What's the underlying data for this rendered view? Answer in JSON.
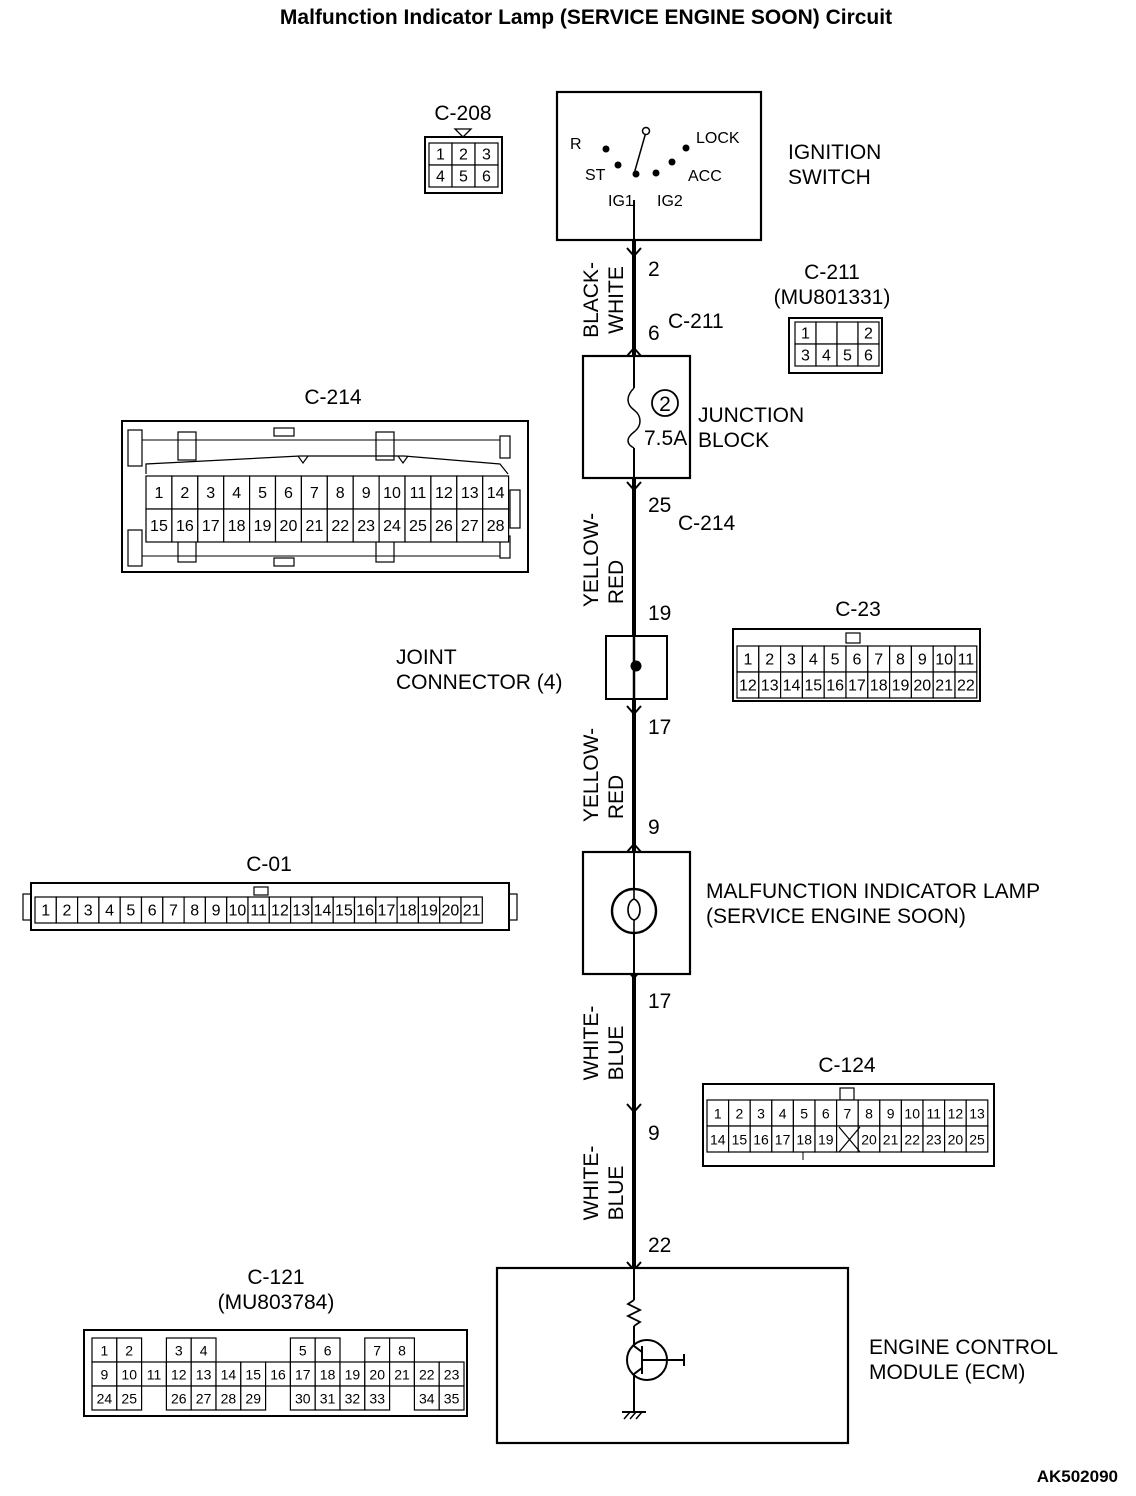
{
  "title": "Malfunction Indicator Lamp (SERVICE ENGINE SOON) Circuit",
  "figure_code": "AK502090",
  "ignition_switch": {
    "label_line1": "IGNITION",
    "label_line2": "SWITCH",
    "positions": {
      "r": "R",
      "st": "ST",
      "ig1": "IG1",
      "ig2": "IG2",
      "acc": "ACC",
      "lock": "LOCK"
    }
  },
  "junction_block": {
    "label_line1": "JUNCTION",
    "label_line2": "BLOCK",
    "fuse_number": "2",
    "fuse_rating": "7.5A"
  },
  "joint_connector": {
    "label_line1": "JOINT",
    "label_line2": "CONNECTOR (4)"
  },
  "mil": {
    "label_line1": "MALFUNCTION INDICATOR LAMP",
    "label_line2": "(SERVICE ENGINE SOON)"
  },
  "ecm": {
    "label_line1": "ENGINE CONTROL",
    "label_line2": "MODULE (ECM)"
  },
  "wires": {
    "w1_line1": "BLACK-",
    "w1_line2": "WHITE",
    "w2_line1": "YELLOW-",
    "w2_line2": "RED",
    "w3_line1": "YELLOW-",
    "w3_line2": "RED",
    "w4_line1": "WHITE-",
    "w4_line2": "BLUE",
    "w5_line1": "WHITE-",
    "w5_line2": "BLUE"
  },
  "terminals": {
    "t_ign_2": "2",
    "t_jb_6": "6",
    "t_c211": "C-211",
    "t_jb_25": "25",
    "t_c214": "C-214",
    "t_jc_19": "19",
    "t_jc_17": "17",
    "t_mil_9": "9",
    "t_mil_17": "17",
    "t_c124_9": "9",
    "t_ecm_22": "22"
  },
  "connectors": {
    "c208": {
      "name": "C-208",
      "rows": [
        [
          "1",
          "2",
          "3"
        ],
        [
          "4",
          "5",
          "6"
        ]
      ]
    },
    "c211": {
      "name": "C-211",
      "part": "(MU801331)",
      "rows": [
        [
          "1",
          "",
          "",
          "2"
        ],
        [
          "3",
          "4",
          "5",
          "6"
        ]
      ]
    },
    "c214": {
      "name": "C-214",
      "rows": [
        [
          "1",
          "2",
          "3",
          "4",
          "5",
          "6",
          "7",
          "8",
          "9",
          "10",
          "11",
          "12",
          "13",
          "14"
        ],
        [
          "15",
          "16",
          "17",
          "18",
          "19",
          "20",
          "21",
          "22",
          "23",
          "24",
          "25",
          "26",
          "27",
          "28"
        ]
      ]
    },
    "c23": {
      "name": "C-23",
      "rows": [
        [
          "1",
          "2",
          "3",
          "4",
          "5",
          "6",
          "7",
          "8",
          "9",
          "10",
          "11"
        ],
        [
          "12",
          "13",
          "14",
          "15",
          "16",
          "17",
          "18",
          "19",
          "20",
          "21",
          "22"
        ]
      ]
    },
    "c01": {
      "name": "C-01",
      "rows": [
        [
          "1",
          "2",
          "3",
          "4",
          "5",
          "6",
          "7",
          "8",
          "9",
          "10",
          "11",
          "12",
          "13",
          "14",
          "15",
          "16",
          "17",
          "18",
          "19",
          "20",
          "21"
        ]
      ]
    },
    "c124": {
      "name": "C-124",
      "rows": [
        [
          "1",
          "2",
          "3",
          "4",
          "5",
          "6",
          "7",
          "8",
          "9",
          "10",
          "11",
          "12",
          "13"
        ],
        [
          "14",
          "15",
          "16",
          "17",
          "18",
          "19",
          "",
          "20",
          "21",
          "22",
          "23",
          "20",
          "25"
        ]
      ]
    },
    "c121": {
      "name": "C-121",
      "part": "(MU803784)",
      "rows": [
        [
          "1",
          "2",
          "",
          "3",
          "4",
          "",
          "",
          "",
          "5",
          "6",
          "",
          "7",
          "8"
        ],
        [
          "9",
          "10",
          "11",
          "12",
          "13",
          "14",
          "15",
          "16",
          "17",
          "18",
          "19",
          "20",
          "21",
          "22",
          "23"
        ],
        [
          "24",
          "25",
          "",
          "26",
          "27",
          "28",
          "29",
          "",
          "30",
          "31",
          "32",
          "33",
          "",
          "34",
          "35"
        ]
      ]
    }
  }
}
